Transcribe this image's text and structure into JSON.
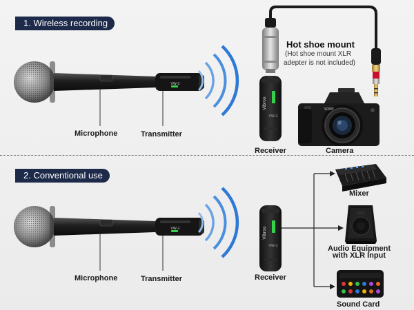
{
  "section1": {
    "tag": "1. Wireless recording",
    "microphone_label": "Microphone",
    "transmitter_label": "Transmitter",
    "receiver_label": "Receiver",
    "camera_label": "Camera",
    "hot_shoe_title": "Hot shoe mount",
    "hot_shoe_note_line1": "(Hot shoe mount XLR",
    "hot_shoe_note_line2": "adepter is not included)",
    "brand": "Vibroo",
    "model": "VW-2"
  },
  "section2": {
    "tag": "2. Conventional use",
    "microphone_label": "Microphone",
    "transmitter_label": "Transmitter",
    "receiver_label": "Receiver",
    "mixer_label": "Mixer",
    "audio_equipment_line1": "Audio Equipment",
    "audio_equipment_line2": "with XLR Input",
    "sound_card_label": "Sound Card",
    "brand": "Vibroo",
    "model": "VW-2"
  },
  "colors": {
    "tag_bg": "#1e2a4a",
    "wave_blue": "#2f79d6",
    "led_green": "#35d14a"
  }
}
